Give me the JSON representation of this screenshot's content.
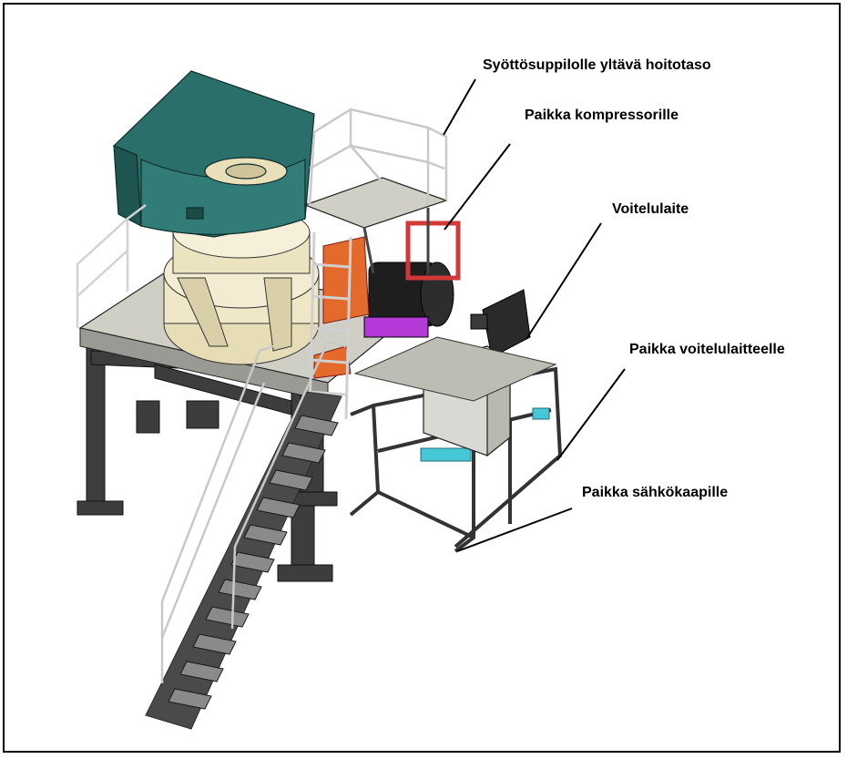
{
  "diagram": {
    "callouts": [
      {
        "id": "feed-hopper-maintenance-platform",
        "text": "Syöttösuppilolle yltävä hoitotaso"
      },
      {
        "id": "compressor-location",
        "text": "Paikka kompressorille"
      },
      {
        "id": "lubrication-unit",
        "text": "Voitelulaite"
      },
      {
        "id": "lubrication-unit-location",
        "text": "Paikka voitelulaitteelle"
      },
      {
        "id": "electrical-cabinet-location",
        "text": "Paikka sähkökaapille"
      }
    ],
    "colors": {
      "frame": "#000000",
      "steel": "#3c3c3c",
      "deck": "#cfcfc6",
      "hopper": "#2a6f6a",
      "crusher": "#efe7c7",
      "rail": "#d7d7d7",
      "motor": "#1e1e1e",
      "red": "#d23838",
      "orange": "#e46a2c",
      "magenta": "#b33ad6",
      "cyan": "#45c7d6",
      "lube": "#d9d9d4"
    }
  }
}
